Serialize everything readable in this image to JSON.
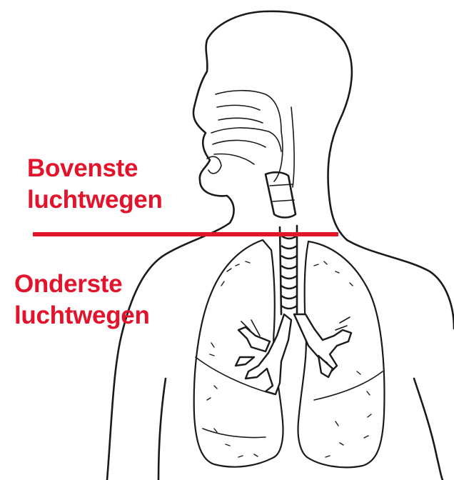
{
  "labels": {
    "upper": [
      "Bovenste",
      "luchtwegen"
    ],
    "lower": [
      "Onderste",
      "luchtwegen"
    ]
  },
  "colors": {
    "label": "#e3132c",
    "divider": "#e3132c",
    "outline": "#1a1a1a"
  }
}
